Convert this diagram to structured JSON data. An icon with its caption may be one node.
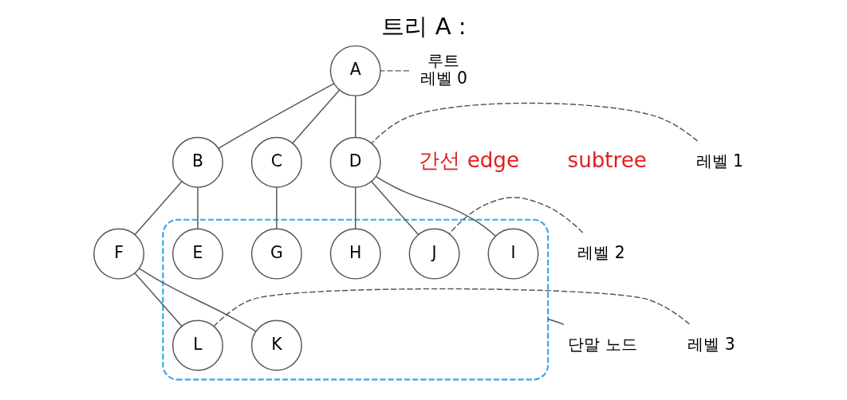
{
  "diagram": {
    "title": "트리 A :",
    "nodes": [
      {
        "text": [
          "A"
        ]
      },
      {
        "text": [
          "B"
        ]
      },
      {
        "text": [
          "C"
        ]
      },
      {
        "text": [
          "D"
        ]
      },
      {
        "text": [],
        "shape": "cloud"
      },
      {
        "text": [
          "E"
        ],
        "in": 4
      },
      {
        "text": [
          "F"
        ]
      },
      {
        "text": [
          "G"
        ],
        "in": 4
      },
      {
        "text": [
          "H"
        ],
        "in": 4
      },
      {
        "text": [
          "I"
        ],
        "in": 4
      },
      {
        "text": [
          "J"
        ],
        "in": 4
      },
      {
        "text": [
          "K"
        ],
        "in": 4
      },
      {
        "text": [
          "L"
        ],
        "in": 4
      },
      {
        "text": [
          "루트",
          "레벨 0"
        ]
      },
      {
        "text": [
          "레벨 1"
        ]
      },
      {
        "text": [
          "레벨 2"
        ]
      },
      {
        "text": [
          "단말 노드"
        ]
      },
      {
        "text": [
          "레벨 3"
        ]
      }
    ],
    "edges": [
      {
        "from": 0,
        "to": 1,
        "arrow": "none"
      },
      {
        "from": 0,
        "to": 2,
        "arrow": "none"
      },
      {
        "from": 0,
        "to": 3,
        "arrow": "none"
      },
      {
        "from": 1,
        "to": 5,
        "arrow": "none"
      },
      {
        "from": 1,
        "to": 6,
        "arrow": "none"
      },
      {
        "from": 2,
        "to": 7,
        "arrow": "none"
      },
      {
        "from": 3,
        "to": 8,
        "arrow": "none"
      },
      {
        "from": 3,
        "to": 9,
        "arrow": "none"
      },
      {
        "from": 3,
        "to": 10,
        "arrow": "none"
      },
      {
        "from": 6,
        "to": 11,
        "arrow": "none"
      },
      {
        "from": 6,
        "to": 12,
        "arrow": "none"
      },
      {
        "from": 13,
        "to": 0,
        "arrow": "none",
        "style": "dashed"
      },
      {
        "from": 14,
        "to": 3,
        "arrow": "none",
        "style": "dashed"
      },
      {
        "from": 15,
        "to": 10,
        "arrow": "none",
        "style": "dashed"
      },
      {
        "from": 16,
        "to": 4,
        "arrow": "none"
      },
      {
        "from": 17,
        "to": 12,
        "arrow": "none",
        "style": "dashed"
      }
    ],
    "labels": [
      "간선 edge",
      "subtree"
    ]
  }
}
